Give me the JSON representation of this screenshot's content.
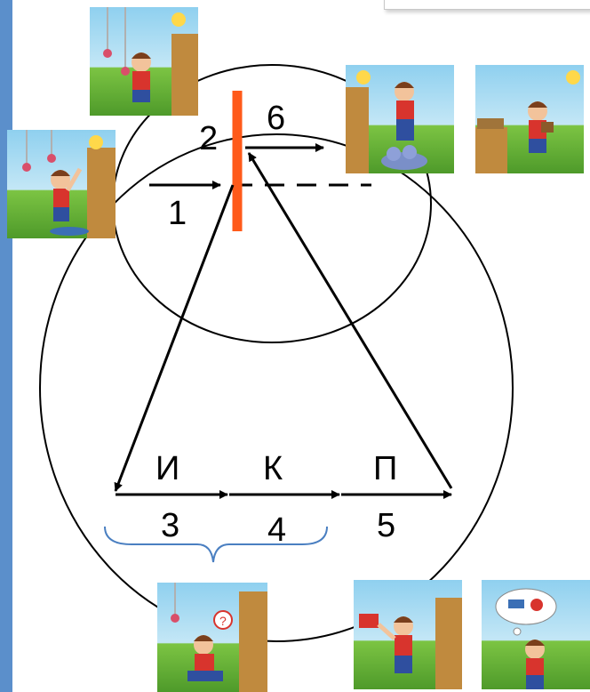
{
  "diagram": {
    "labels": {
      "step1": "1",
      "step2": "2",
      "step3": "3",
      "step4": "4",
      "step5": "5",
      "step6": "6",
      "letter_i": "И",
      "letter_k": "К",
      "letter_p": "П"
    },
    "colors": {
      "barrier": "#ff5a1a",
      "brace": "#4a7fc1",
      "left_bar": "#5b8fcb",
      "lines": "#000000"
    },
    "illustrations": [
      "boy-standing-looking-at-hanging-fruit",
      "boy-reaching-up-at-fence",
      "boy-climbing-on-rocks-to-reach-fruit",
      "boy-with-box-near-fence",
      "boy-sitting-with-question-mark",
      "boy-holding-sign",
      "boy-thinking-with-thought-bubble"
    ]
  }
}
